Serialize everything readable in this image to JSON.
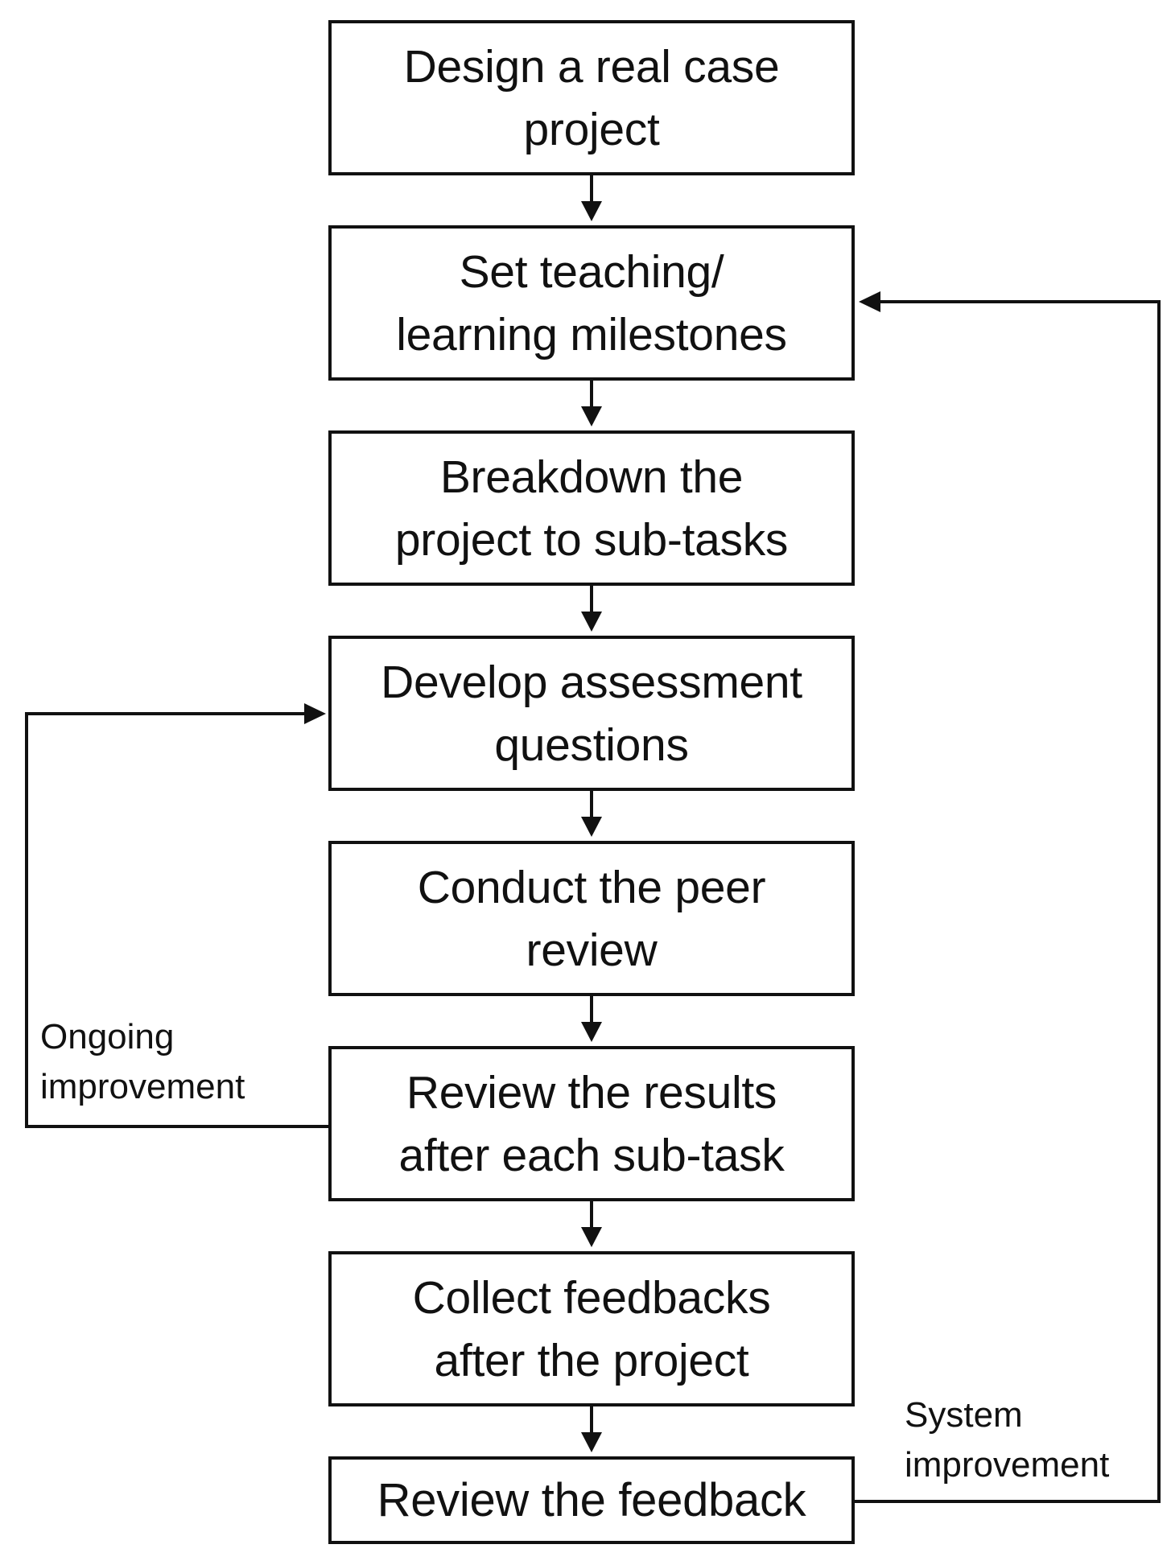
{
  "steps": [
    {
      "label": "Design a real case\nproject"
    },
    {
      "label": "Set teaching/\nlearning milestones"
    },
    {
      "label": "Breakdown the\nproject to sub-tasks"
    },
    {
      "label": "Develop assessment\nquestions"
    },
    {
      "label": "Conduct the peer\nreview"
    },
    {
      "label": "Review the results\nafter each sub-task"
    },
    {
      "label": "Collect feedbacks\nafter the project"
    },
    {
      "label": "Review the feedback"
    }
  ],
  "loops": {
    "ongoing": {
      "label": "Ongoing\nimprovement",
      "from_step": 6,
      "to_step": 4
    },
    "system": {
      "label": "System\nimprovement",
      "from_step": 8,
      "to_step": 2
    }
  },
  "colors": {
    "line": "#111111",
    "background": "#ffffff"
  }
}
